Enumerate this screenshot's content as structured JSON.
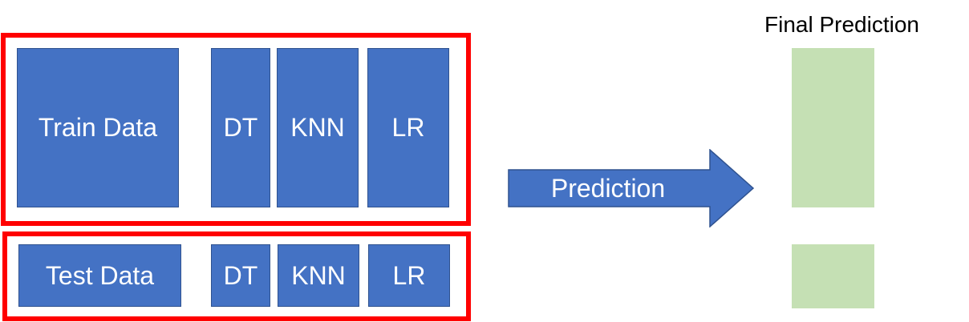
{
  "train": {
    "data_label": "Train Data",
    "models": [
      "DT",
      "KNN",
      "LR"
    ]
  },
  "test": {
    "data_label": "Test Data",
    "models": [
      "DT",
      "KNN",
      "LR"
    ]
  },
  "arrow": {
    "label": "Prediction"
  },
  "final": {
    "title": "Final Prediction"
  },
  "colors": {
    "frame": "#ff0000",
    "block": "#4472c4",
    "output": "#c5e0b4"
  }
}
